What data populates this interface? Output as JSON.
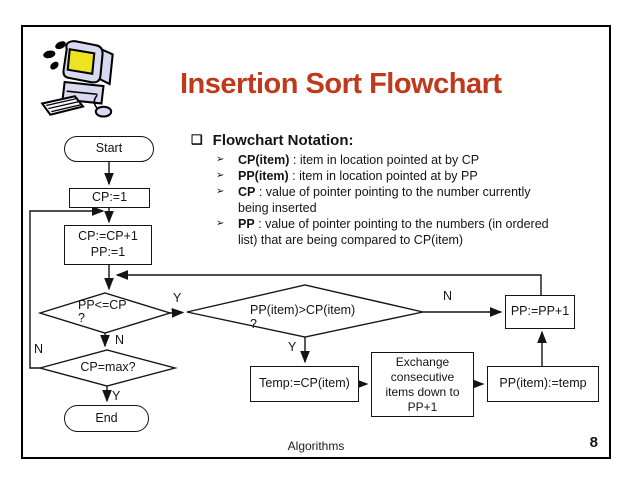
{
  "slide": {
    "title": "Insertion Sort Flowchart",
    "footer": {
      "course": "Algorithms",
      "page": "8"
    }
  },
  "notation": {
    "bullet_icon": "❑",
    "arrow_icon": "➢",
    "header": "Flowchart Notation:",
    "items": [
      {
        "term": "CP(item)",
        "rest": " : item in location pointed at by CP"
      },
      {
        "term": "PP(item)",
        "rest": " : item in location pointed at by PP"
      },
      {
        "term": "CP",
        "rest": " : value of pointer pointing to the number currently being inserted"
      },
      {
        "term": "PP",
        "rest": " : value of pointer pointing to the numbers (in ordered list) that are being compared to CP(item)"
      }
    ]
  },
  "flowchart": {
    "nodes": {
      "start": "Start",
      "cp_init": "CP:=1",
      "cp_incr": "CP:=CP+1\nPP:=1",
      "pp_le_cp": "PP<=CP\n?",
      "cp_max": "CP=max?",
      "end": "End",
      "pp_gt_cp": "PP(item)>CP(item)\n?",
      "temp_assign": "Temp:=CP(item)",
      "exchange": "Exchange\nconsecutive\nitems down to\nPP+1",
      "pp_item_temp": "PP(item):=temp",
      "pp_incr": "PP:=PP+1"
    },
    "labels": {
      "pp_le_cp_yes": "Y",
      "pp_le_cp_no": "N",
      "cp_max_no": "N",
      "cp_max_yes": "Y",
      "pp_gt_cp_yes": "Y",
      "pp_gt_cp_no": "N"
    }
  },
  "colors": {
    "title": "#C0391B",
    "line": "#141414",
    "clipart_body": "#D9D9F0",
    "clipart_screen": "#EDE321"
  }
}
